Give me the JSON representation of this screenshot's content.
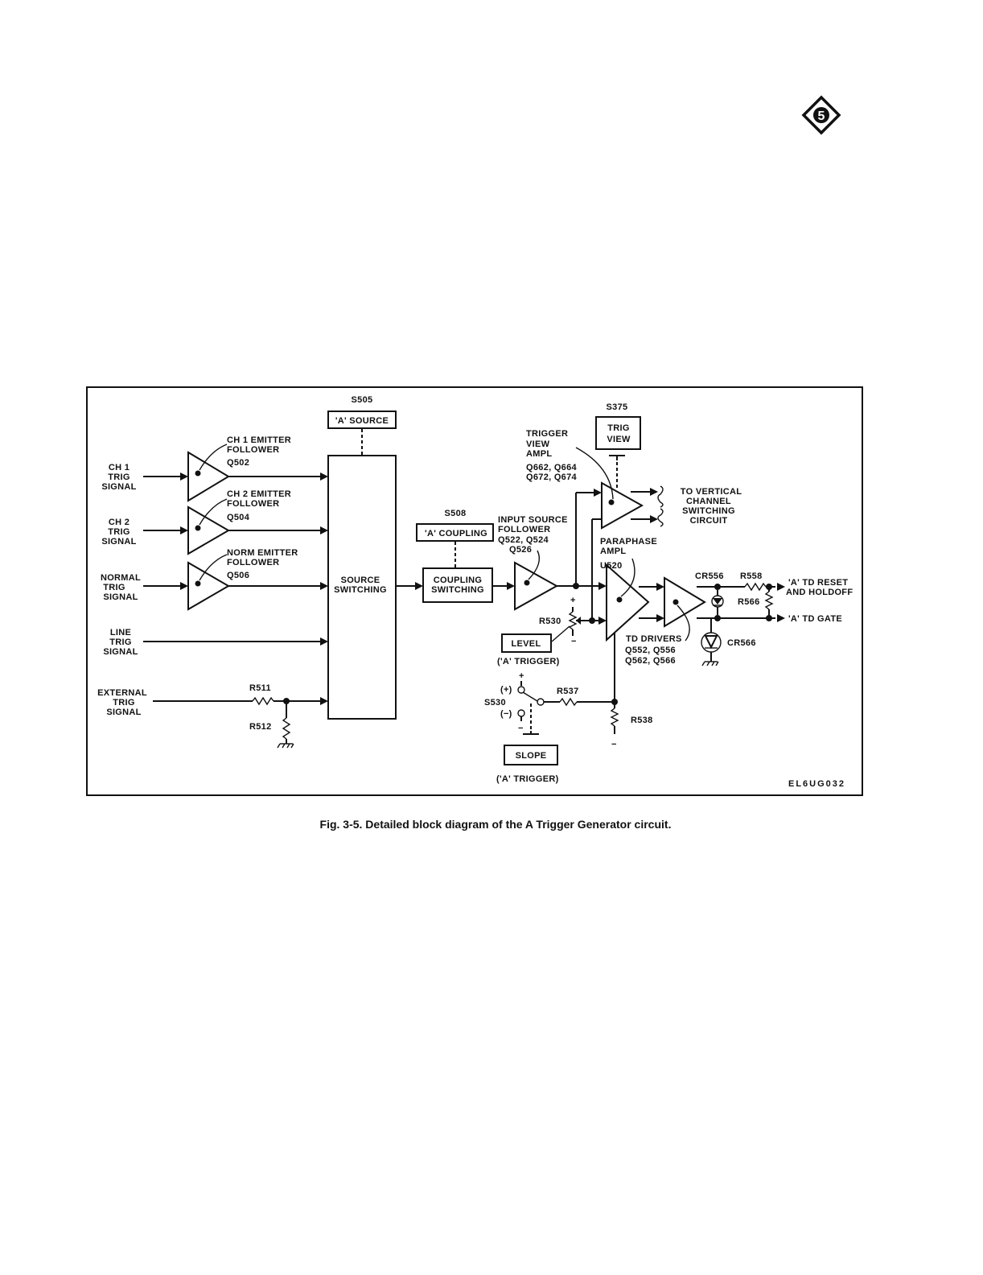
{
  "page_badge": "5",
  "labels": {
    "s505": "S505",
    "a_source": "'A' SOURCE",
    "s375": "S375",
    "trig_view_1": "TRIG",
    "trig_view_2": "VIEW",
    "trigger_view_ampl_1": "TRIGGER",
    "trigger_view_ampl_2": "VIEW",
    "trigger_view_ampl_3": "AMPL",
    "q662_q664": "Q662, Q664",
    "q672_q674": "Q672, Q674",
    "to_vertical_1": "TO VERTICAL",
    "to_vertical_2": "CHANNEL",
    "to_vertical_3": "SWITCHING",
    "to_vertical_4": "CIRCUIT",
    "ch1_ef_1": "CH 1 EMITTER",
    "ch1_ef_2": "FOLLOWER",
    "q502": "Q502",
    "ch2_ef_1": "CH 2 EMITTER",
    "ch2_ef_2": "FOLLOWER",
    "q504": "Q504",
    "norm_ef_1": "NORM  EMITTER",
    "norm_ef_2": "FOLLOWER",
    "q506": "Q506",
    "ch1_trig_1": "CH 1",
    "ch1_trig_2": "TRIG",
    "ch1_trig_3": "SIGNAL",
    "ch2_trig_1": "CH 2",
    "ch2_trig_2": "TRIG",
    "ch2_trig_3": "SIGNAL",
    "normal_trig_1": "NORMAL",
    "normal_trig_2": "TRIG",
    "normal_trig_3": "SIGNAL",
    "line_trig_1": "LINE",
    "line_trig_2": "TRIG",
    "line_trig_3": "SIGNAL",
    "ext_trig_1": "EXTERNAL",
    "ext_trig_2": "TRIG",
    "ext_trig_3": "SIGNAL",
    "r511": "R511",
    "r512": "R512",
    "source_switching_1": "SOURCE",
    "source_switching_2": "SWITCHING",
    "s508": "S508",
    "a_coupling": "'A' COUPLING",
    "coupling_switching_1": "COUPLING",
    "coupling_switching_2": "SWITCHING",
    "input_sf_1": "INPUT SOURCE",
    "input_sf_2": "FOLLOWER",
    "q522_q524": "Q522, Q524",
    "q526": "Q526",
    "paraphase_1": "PARAPHASE",
    "paraphase_2": "AMPL",
    "u520": "U520",
    "r530": "R530",
    "level": "LEVEL",
    "a_trigger_1": "('A' TRIGGER)",
    "plus_1": "+",
    "minus_1": "−",
    "td_drivers": "TD DRIVERS",
    "q552_q556": "Q552, Q556",
    "q562_q566": "Q562, Q566",
    "cr556": "CR556",
    "r558": "R558",
    "r566": "R566",
    "cr566": "CR566",
    "a_td_reset_1": "'A' TD RESET",
    "a_td_reset_2": "AND HOLDOFF",
    "a_td_gate": "'A' TD GATE",
    "plus_2": "+",
    "pos_slope": "(+)",
    "s530": "S530",
    "neg_slope": "(−)",
    "minus_2": "−",
    "r537": "R537",
    "r538": "R538",
    "minus_3": "−",
    "slope": "SLOPE",
    "a_trigger_2": "('A' TRIGGER)",
    "figure_id": "EL6UG032"
  },
  "caption": "Fig. 3-5.  Detailed block diagram of the A Trigger Generator circuit."
}
